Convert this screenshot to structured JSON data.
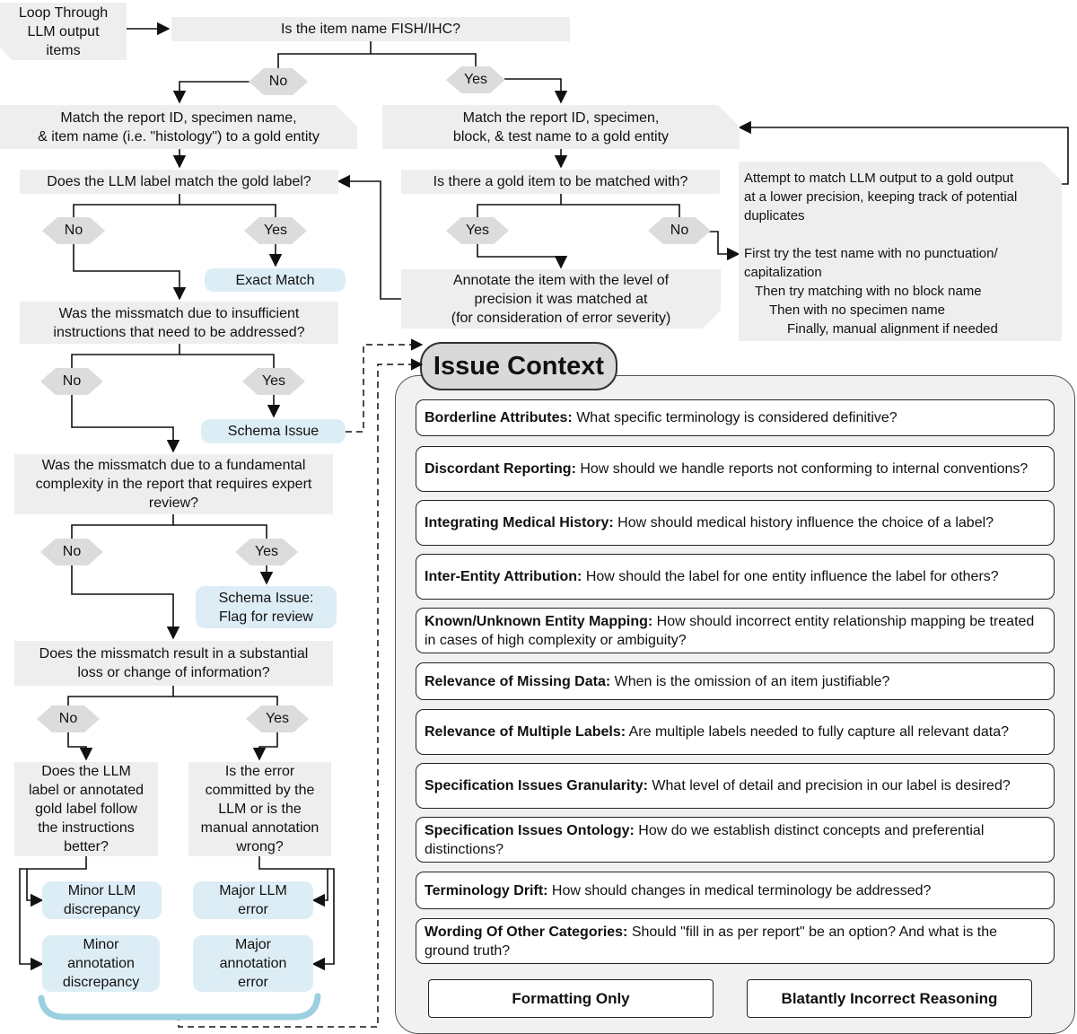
{
  "flow": {
    "start": "Loop Through\nLLM output\nitems",
    "q_fish": "Is the item name FISH/IHC?",
    "fish_no": "No",
    "fish_yes": "Yes",
    "match_left": "Match the report ID, specimen name,\n& item name (i.e. \"histology\") to a gold entity",
    "match_right": "Match the report ID, specimen,\nblock, & test name to a gold entity",
    "q_label_match": "Does the LLM label match the gold label?",
    "label_no": "No",
    "label_yes": "Yes",
    "exact_match": "Exact Match",
    "q_gold_item": "Is there a gold item to be matched with?",
    "gold_yes": "Yes",
    "gold_no": "No",
    "annotate_precision": "Annotate the item with the level of\nprecision it was matched at\n(for consideration of error severity)",
    "attempt_lower": "Attempt to match LLM output to a gold output\nat a lower precision, keeping track of potential\nduplicates",
    "steps": [
      "First try the test name with no punctuation/\ncapitalization",
      "Then try matching with no block name",
      "Then with no specimen name",
      "Finally, manual alignment if needed"
    ],
    "q_insufficient": "Was the missmatch due to insufficient\ninstructions that need to be addressed?",
    "insuff_no": "No",
    "insuff_yes": "Yes",
    "schema_issue": "Schema Issue",
    "q_complexity": "Was the missmatch due to a fundamental\ncomplexity in the report that requires expert\nreview?",
    "complex_no": "No",
    "complex_yes": "Yes",
    "schema_flag": "Schema Issue:\nFlag for review",
    "q_substantial": "Does the missmatch result in a substantial\nloss or change of information?",
    "subst_no": "No",
    "subst_yes": "Yes",
    "q_follow": "Does the LLM\nlabel or annotated\ngold label follow\nthe instructions\nbetter?",
    "q_committed": "Is the error\ncommitted by the\nLLM or is the\nmanual annotation\nwrong?",
    "minor_llm": "Minor LLM\ndiscrepancy",
    "minor_annotation": "Minor\nannotation\ndiscrepancy",
    "major_llm": "Major LLM\nerror",
    "major_annotation": "Major\nannotation\nerror"
  },
  "issue_context": {
    "title": "Issue Context",
    "items": [
      {
        "label": "Borderline Attributes:",
        "text": " What specific terminology is considered definitive?"
      },
      {
        "label": "Discordant Reporting:",
        "text": " How should we handle reports not conforming to internal conventions?"
      },
      {
        "label": "Integrating Medical History:",
        "text": " How should medical history influence the choice of a label?"
      },
      {
        "label": "Inter-Entity Attribution:",
        "text": " How should the label for one entity influence the label for others?"
      },
      {
        "label": "Known/Unknown Entity Mapping:",
        "text": " How should incorrect entity relationship mapping be treated in cases of high complexity or ambiguity?"
      },
      {
        "label": "Relevance of Missing Data:",
        "text": " When is the omission of an item justifiable?"
      },
      {
        "label": "Relevance of Multiple Labels:",
        "text": " Are multiple labels needed to fully capture all relevant data?"
      },
      {
        "label": "Specification Issues Granularity:",
        "text": " What level of detail and precision in our label is desired?"
      },
      {
        "label": "Specification Issues Ontology:",
        "text": " How do we establish distinct concepts and preferential distinctions?"
      },
      {
        "label": "Terminology Drift:",
        "text": " How should changes in medical terminology be addressed?"
      },
      {
        "label": "Wording Of Other Categories:",
        "text": " Should \"fill in as per report\" be an option? And what is the ground truth?"
      }
    ],
    "buttons": [
      "Formatting Only",
      "Blatantly Incorrect Reasoning"
    ]
  }
}
